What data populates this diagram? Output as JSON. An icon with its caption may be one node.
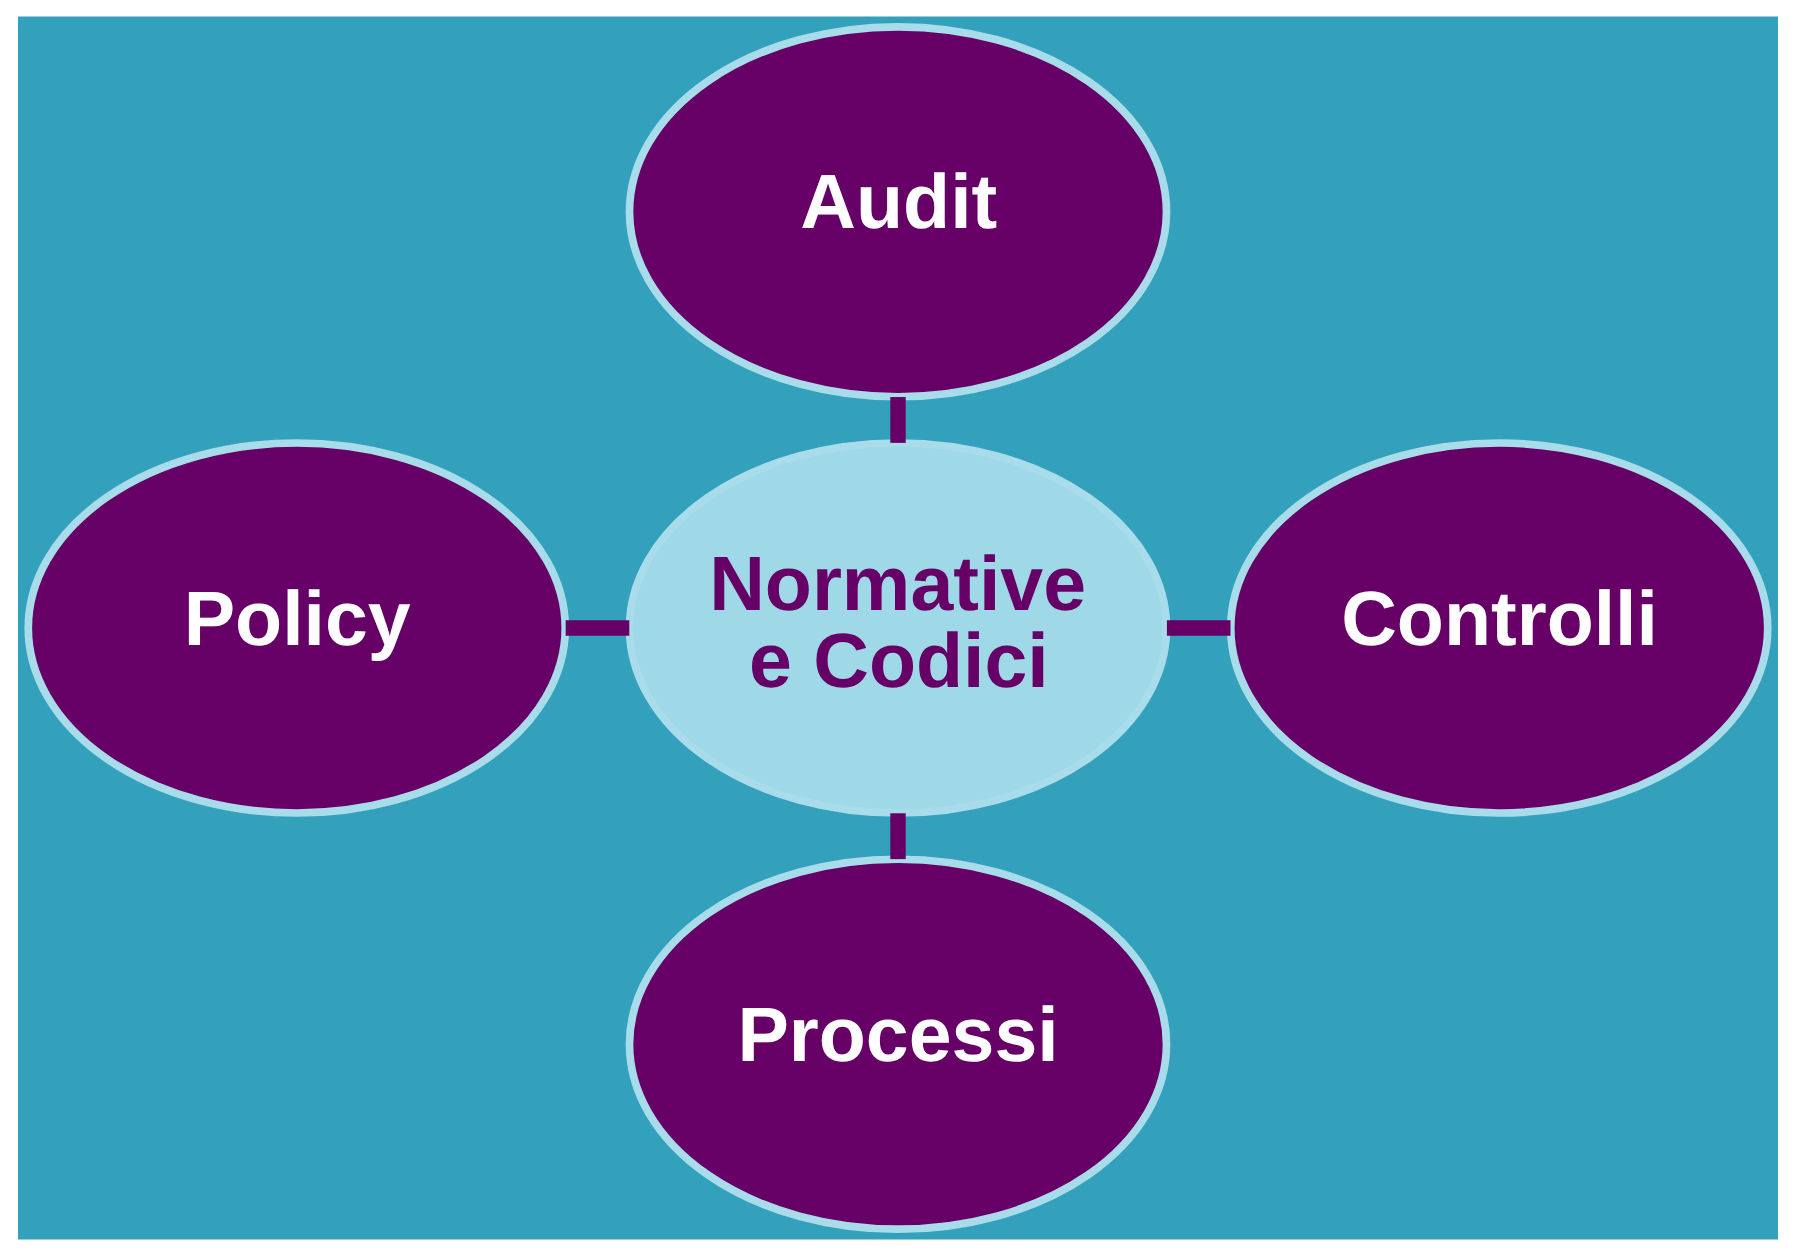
{
  "diagram": {
    "nodes": [
      {
        "text": [
          "Audit"
        ]
      },
      {
        "text": [
          "Policy"
        ]
      },
      {
        "text": [
          "Normative e Codici"
        ]
      },
      {
        "text": [
          "Controlli"
        ]
      },
      {
        "text": [
          "Processi"
        ]
      }
    ],
    "edges": [
      {
        "from": 0,
        "to": 2,
        "arrow": "none"
      },
      {
        "from": 1,
        "to": 2,
        "arrow": "none"
      },
      {
        "from": 2,
        "to": 3,
        "arrow": "none"
      },
      {
        "from": 2,
        "to": 4,
        "arrow": "none"
      }
    ]
  }
}
